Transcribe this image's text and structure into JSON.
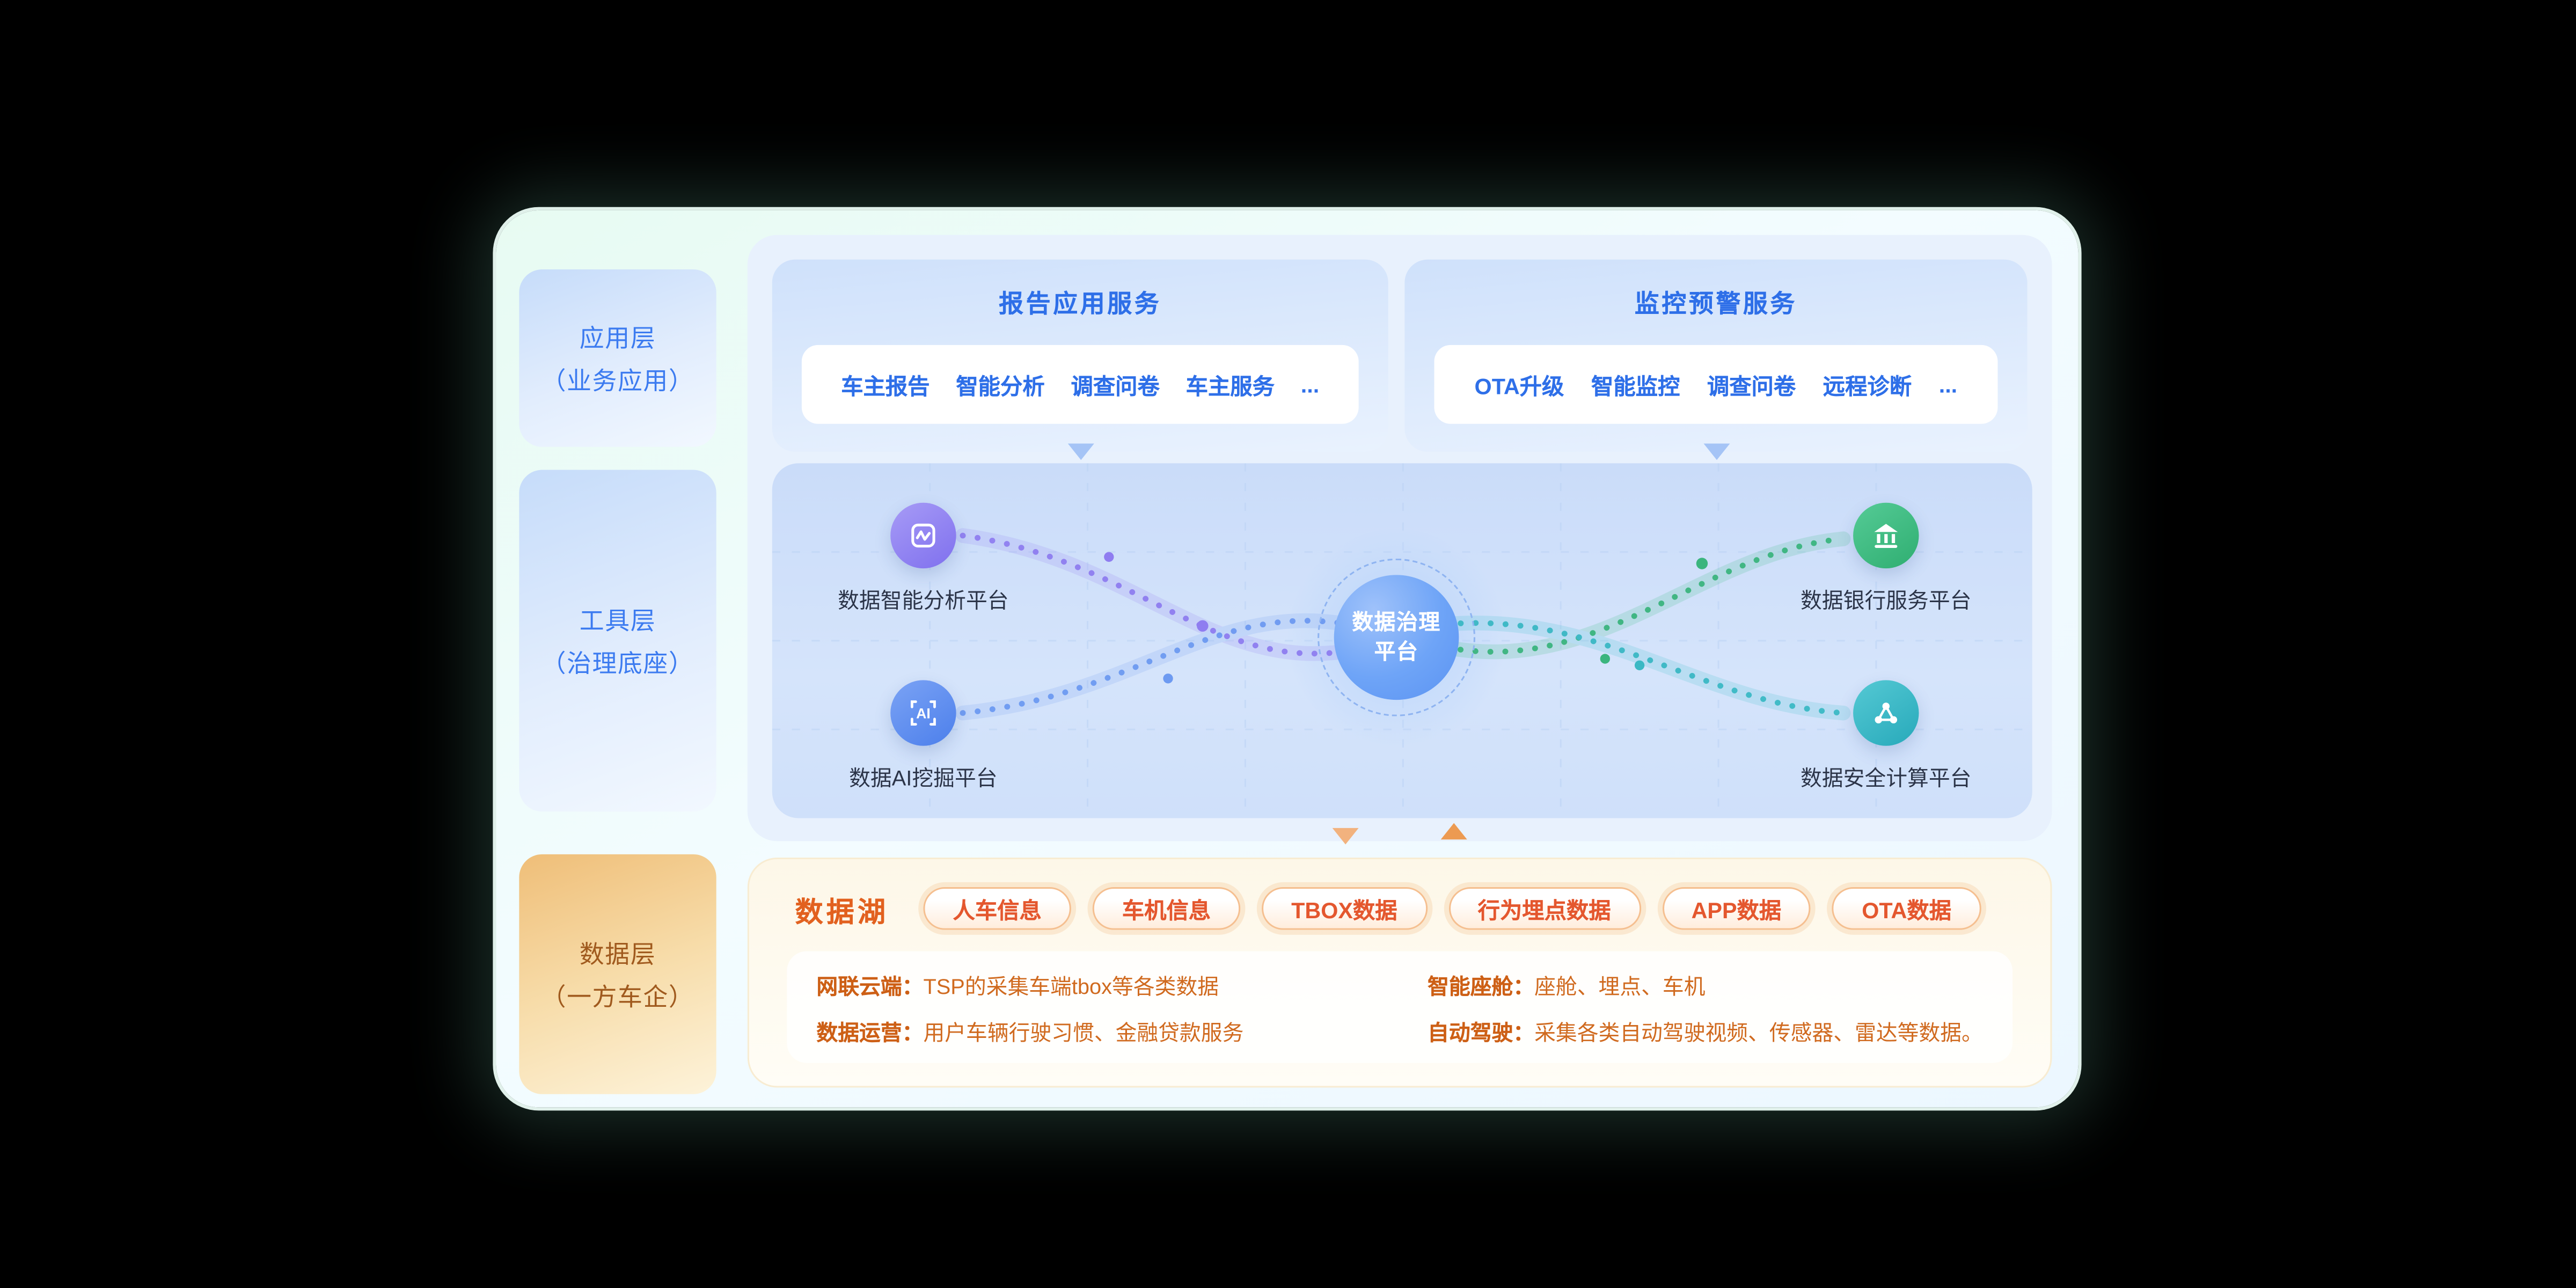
{
  "colors": {
    "accent_blue": "#2E6FE8",
    "accent_orange": "#E2611F",
    "node_purple": "#8F82F2",
    "node_blue": "#5C8DF0",
    "node_green": "#3FBE85",
    "node_teal": "#3BBCCB"
  },
  "layers": [
    {
      "line1": "应用层",
      "line2": "（业务应用）"
    },
    {
      "line1": "工具层",
      "line2": "（治理底座）"
    },
    {
      "line1": "数据层",
      "line2": "（一方车企）"
    }
  ],
  "services": [
    {
      "title": "报告应用服务",
      "items": [
        "车主报告",
        "智能分析",
        "调查问卷",
        "车主服务",
        "..."
      ]
    },
    {
      "title": "监控预警服务",
      "items": [
        "OTA升级",
        "智能监控",
        "调查问卷",
        "远程诊断",
        "..."
      ]
    }
  ],
  "platform": {
    "center": {
      "line1": "数据治理",
      "line2": "平台"
    },
    "nodes": [
      {
        "label": "数据智能分析平台",
        "icon": "analytics-icon",
        "color": "#8F82F2"
      },
      {
        "label": "数据AI挖掘平台",
        "icon": "ai-icon",
        "color": "#5C8DF0"
      },
      {
        "label": "数据银行服务平台",
        "icon": "bank-icon",
        "color": "#3FBE85"
      },
      {
        "label": "数据安全计算平台",
        "icon": "security-compute-icon",
        "color": "#3BBCCB"
      }
    ]
  },
  "data_lake": {
    "title": "数据湖",
    "tags": [
      "人车信息",
      "车机信息",
      "TBOX数据",
      "行为埋点数据",
      "APP数据",
      "OTA数据"
    ],
    "details": [
      {
        "label": "网联云端：",
        "text": "TSP的采集车端tbox等各类数据"
      },
      {
        "label": "数据运营：",
        "text": "用户车辆行驶习惯、金融贷款服务"
      },
      {
        "label": "智能座舱：",
        "text": "座舱、埋点、车机"
      },
      {
        "label": "自动驾驶：",
        "text": "采集各类自动驾驶视频、传感器、雷达等数据。"
      }
    ]
  }
}
